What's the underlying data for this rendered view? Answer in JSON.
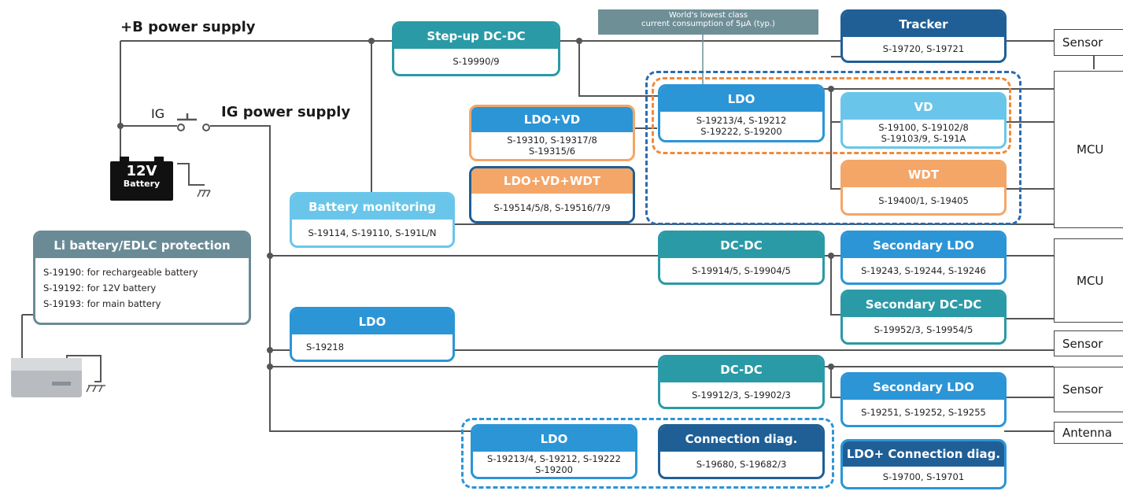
{
  "supplies": {
    "b_plus": "+B power supply",
    "ig_switch": "IG",
    "ig_power": "IG power supply"
  },
  "battery": {
    "line1": "12V",
    "line2": "Battery"
  },
  "callout": {
    "line1": "World's lowest class",
    "line2": "current consumption of 5μA (typ.)"
  },
  "blocks": {
    "step_up": {
      "title": "Step-up DC-DC",
      "parts": [
        "S-19990/9"
      ]
    },
    "tracker": {
      "title": "Tracker",
      "parts": [
        "S-19720, S-19721"
      ]
    },
    "ldo_main": {
      "title": "LDO",
      "parts": [
        "S-19213/4, S-19212",
        "S-19222, S-19200"
      ]
    },
    "vd": {
      "title": "VD",
      "parts": [
        "S-19100, S-19102/8",
        "S-19103/9, S-191A"
      ]
    },
    "wdt": {
      "title": "WDT",
      "parts": [
        "S-19400/1, S-19405"
      ]
    },
    "ldo_vd": {
      "title": "LDO+VD",
      "parts": [
        "S-19310, S-19317/8",
        "S-19315/6"
      ]
    },
    "ldo_vd_wdt": {
      "title": "LDO+VD+WDT",
      "parts": [
        "S-19514/5/8, S-19516/7/9"
      ]
    },
    "battery_monitoring": {
      "title": "Battery monitoring",
      "parts": [
        "S-19114, S-19110, S-191L/N"
      ]
    },
    "li_protection": {
      "title": "Li battery/EDLC protection",
      "parts": [
        "S-19190: for rechargeable battery",
        "S-19192: for 12V battery",
        "S-19193: for main battery"
      ]
    },
    "dcdc_1": {
      "title": "DC-DC",
      "parts": [
        "S-19914/5, S-19904/5"
      ]
    },
    "sec_ldo_1": {
      "title": "Secondary LDO",
      "parts": [
        "S-19243, S-19244, S-19246"
      ]
    },
    "sec_dcdc": {
      "title": "Secondary DC-DC",
      "parts": [
        "S-19952/3, S-19954/5"
      ]
    },
    "ldo_s19218": {
      "title": "LDO",
      "parts": [
        "S-19218"
      ]
    },
    "dcdc_2": {
      "title": "DC-DC",
      "parts": [
        "S-19912/3, S-19902/3"
      ]
    },
    "sec_ldo_2": {
      "title": "Secondary LDO",
      "parts": [
        "S-19251, S-19252, S-19255"
      ]
    },
    "ldo_bottom": {
      "title": "LDO",
      "parts": [
        "S-19213/4, S-19212, S-19222",
        "S-19200"
      ]
    },
    "conn_diag": {
      "title": "Connection diag.",
      "parts": [
        "S-19680, S-19682/3"
      ]
    },
    "ldo_conn_diag": {
      "title": "LDO+ Connection diag.",
      "parts": [
        "S-19700, S-19701"
      ]
    }
  },
  "outputs": {
    "sensor_1": "Sensor",
    "mcu_1": "MCU",
    "mcu_2": "MCU",
    "sensor_2": "Sensor",
    "sensor_3": "Sensor",
    "antenna": "Antenna"
  },
  "colors": {
    "teal": "#2a9aa6",
    "blue": "#2b95d6",
    "sky": "#69c6ea",
    "navy": "#1f5f96",
    "orange": "#f3a668",
    "grey": "#6a8b96",
    "dashed_blue": "#2b6cb0",
    "dashed_orange": "#f28a3a",
    "wire": "#555555"
  }
}
